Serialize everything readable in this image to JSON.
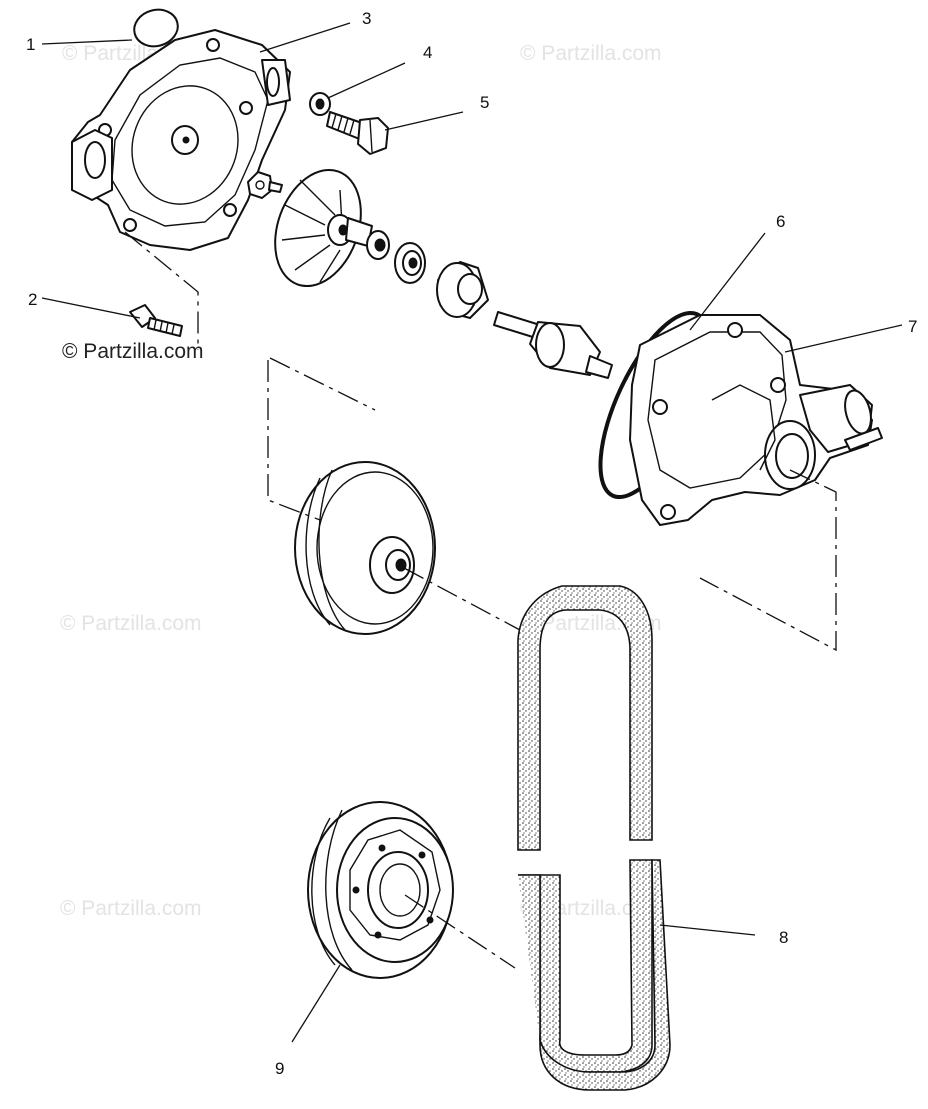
{
  "watermarks": {
    "text_top_left": "© Partzilla.com",
    "text_top_right": "© Partzilla.com",
    "text_left_strong": "© Partzilla.com",
    "text_mid_left": "© Partzilla.com",
    "text_mid_right": "© Partzilla.com",
    "text_bottom_left": "© Partzilla.com",
    "text_bottom_right": "© Partzilla.com"
  },
  "callouts": {
    "c1": "1",
    "c2": "2",
    "c3": "3",
    "c4": "4",
    "c5": "5",
    "c6": "6",
    "c7": "7",
    "c8": "8",
    "c9": "9"
  }
}
